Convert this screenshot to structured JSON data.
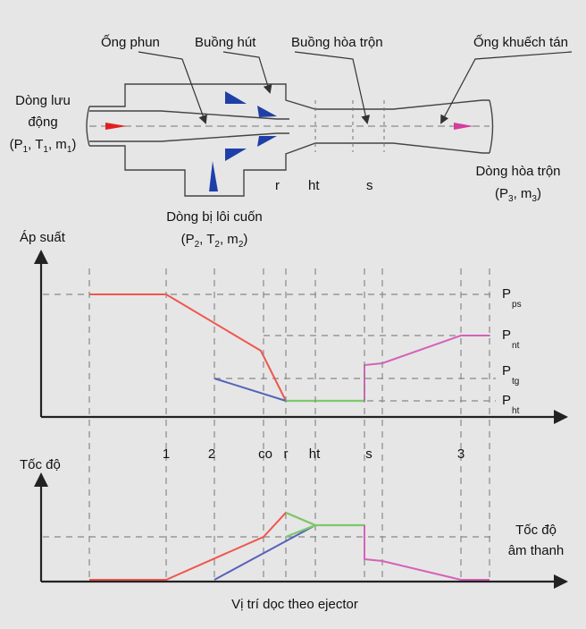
{
  "ejector": {
    "labels": {
      "nozzle": "Ống phun",
      "suction_chamber": "Buồng hút",
      "mixing_chamber": "Buồng hòa trộn",
      "diffuser": "Ống khuếch tán",
      "motive_flow_1": "Dòng lưu",
      "motive_flow_2": "động",
      "entrained_flow": "Dòng bị lôi cuốn",
      "mixed_flow": "Dòng hòa trộn"
    },
    "motive_params": {
      "open": "(P",
      "p_sub": "1",
      "sep1": ", T",
      "t_sub": "1",
      "sep2": ", m",
      "m_sub": "1",
      "close": ")"
    },
    "entrained_params": {
      "open": "(P",
      "p_sub": "2",
      "sep1": ", T",
      "t_sub": "2",
      "sep2": ", m",
      "m_sub": "2",
      "close": ")"
    },
    "mixed_params": {
      "open": "(P",
      "p_sub": "3",
      "sep1": ", m",
      "m_sub": "3",
      "close": ")"
    },
    "section_labels": [
      "r",
      "ht",
      "s"
    ]
  },
  "pressure_chart": {
    "ylabel": "Áp suất",
    "levels": [
      {
        "main": "P",
        "sub": "ps"
      },
      {
        "main": "P",
        "sub": "nt"
      },
      {
        "main": "P",
        "sub": "tg"
      },
      {
        "main": "P",
        "sub": "ht"
      }
    ]
  },
  "velocity_chart": {
    "ylabel": "Tốc độ",
    "sonic_label_1": "Tốc độ",
    "sonic_label_2": "âm thanh",
    "xlabel": "Vị trí dọc theo ejector"
  },
  "position_labels": [
    "1",
    "2",
    "co",
    "r",
    "ht",
    "s",
    "3"
  ],
  "colors": {
    "motive": "#f0564e",
    "entrained": "#5662b8",
    "mixing": "#7cc96a",
    "diffuser": "#d661b8",
    "arrow_nozzle": "#e02020",
    "arrow_suction": "#1f3fa8",
    "arrow_diffuser": "#d53c9c"
  }
}
